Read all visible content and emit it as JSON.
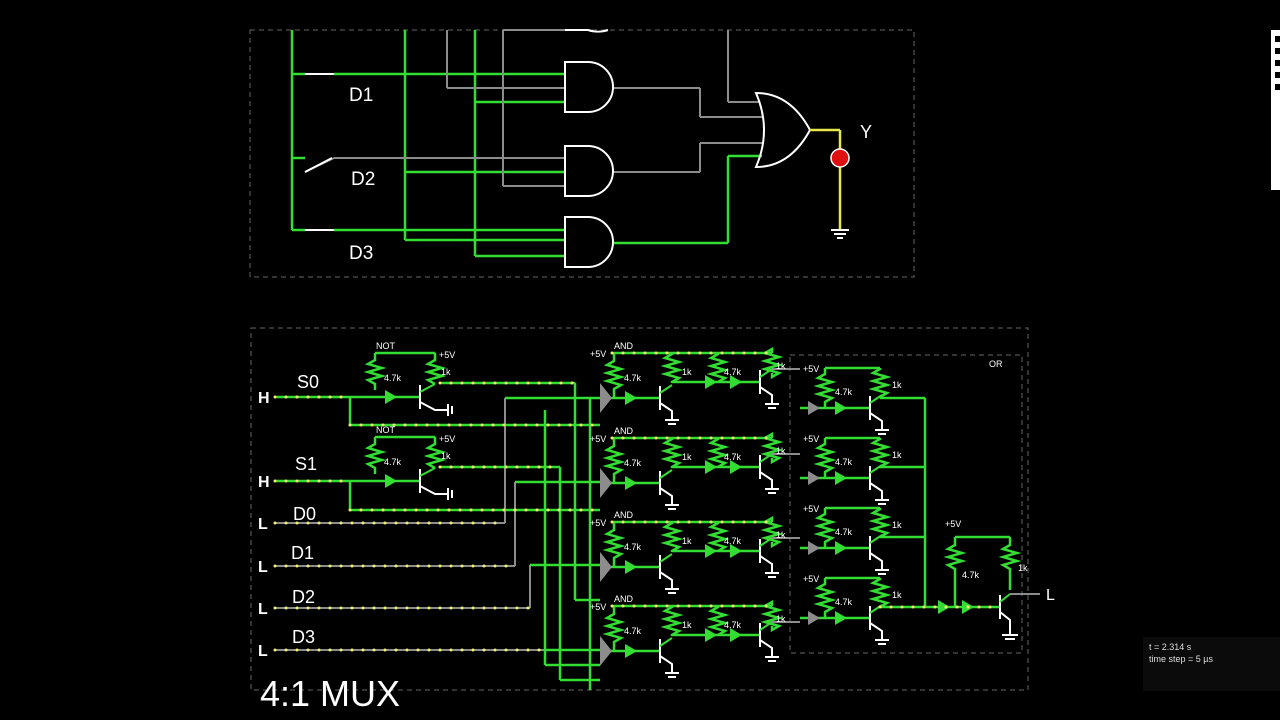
{
  "top_circuit": {
    "labels": [
      "D1",
      "D2",
      "D3"
    ],
    "output_label": "Y"
  },
  "bottom_circuit": {
    "title": "4:1 MUX",
    "inputs": [
      {
        "state": "H",
        "name": "S0"
      },
      {
        "state": "H",
        "name": "S1"
      },
      {
        "state": "L",
        "name": "D0"
      },
      {
        "state": "L",
        "name": "D1"
      },
      {
        "state": "L",
        "name": "D2"
      },
      {
        "state": "L",
        "name": "D3"
      }
    ],
    "gate_not": "NOT",
    "gate_and": "AND",
    "gate_or": "OR",
    "supply": "+5V",
    "r_big": "4.7k",
    "r_small": "1k",
    "output_state": "L"
  },
  "status": {
    "time": "t = 2.314 s",
    "timestep": "time step = 5 µs"
  },
  "colors": {
    "wire_on": "#33dd33",
    "wire_off": "#8c8c8c",
    "led": "#e01010",
    "current": "#f0f070"
  }
}
